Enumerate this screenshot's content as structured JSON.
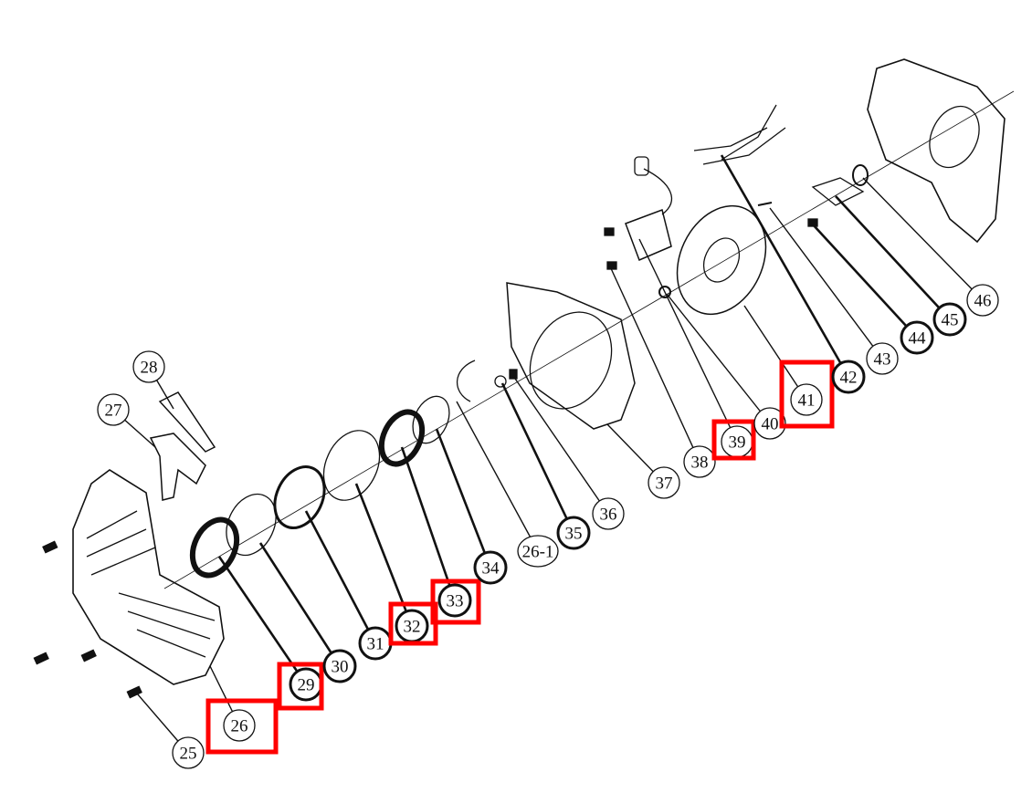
{
  "diagram": {
    "highlight_color": "#ff0000",
    "labels": [
      {
        "id": "25",
        "bold": false,
        "highlighted": false
      },
      {
        "id": "26",
        "bold": false,
        "highlighted": true
      },
      {
        "id": "27",
        "bold": false,
        "highlighted": false
      },
      {
        "id": "28",
        "bold": false,
        "highlighted": false
      },
      {
        "id": "29",
        "bold": true,
        "highlighted": true
      },
      {
        "id": "30",
        "bold": true,
        "highlighted": false
      },
      {
        "id": "31",
        "bold": true,
        "highlighted": false
      },
      {
        "id": "32",
        "bold": true,
        "highlighted": true
      },
      {
        "id": "33",
        "bold": true,
        "highlighted": true
      },
      {
        "id": "34",
        "bold": true,
        "highlighted": false
      },
      {
        "id": "26-1",
        "bold": false,
        "highlighted": false
      },
      {
        "id": "35",
        "bold": true,
        "highlighted": false
      },
      {
        "id": "36",
        "bold": false,
        "highlighted": false
      },
      {
        "id": "37",
        "bold": false,
        "highlighted": false
      },
      {
        "id": "38",
        "bold": false,
        "highlighted": false
      },
      {
        "id": "39",
        "bold": false,
        "highlighted": true
      },
      {
        "id": "40",
        "bold": false,
        "highlighted": false
      },
      {
        "id": "41",
        "bold": false,
        "highlighted": true
      },
      {
        "id": "42",
        "bold": true,
        "highlighted": false
      },
      {
        "id": "43",
        "bold": false,
        "highlighted": false
      },
      {
        "id": "44",
        "bold": true,
        "highlighted": false
      },
      {
        "id": "45",
        "bold": true,
        "highlighted": false
      },
      {
        "id": "46",
        "bold": false,
        "highlighted": false
      }
    ]
  }
}
